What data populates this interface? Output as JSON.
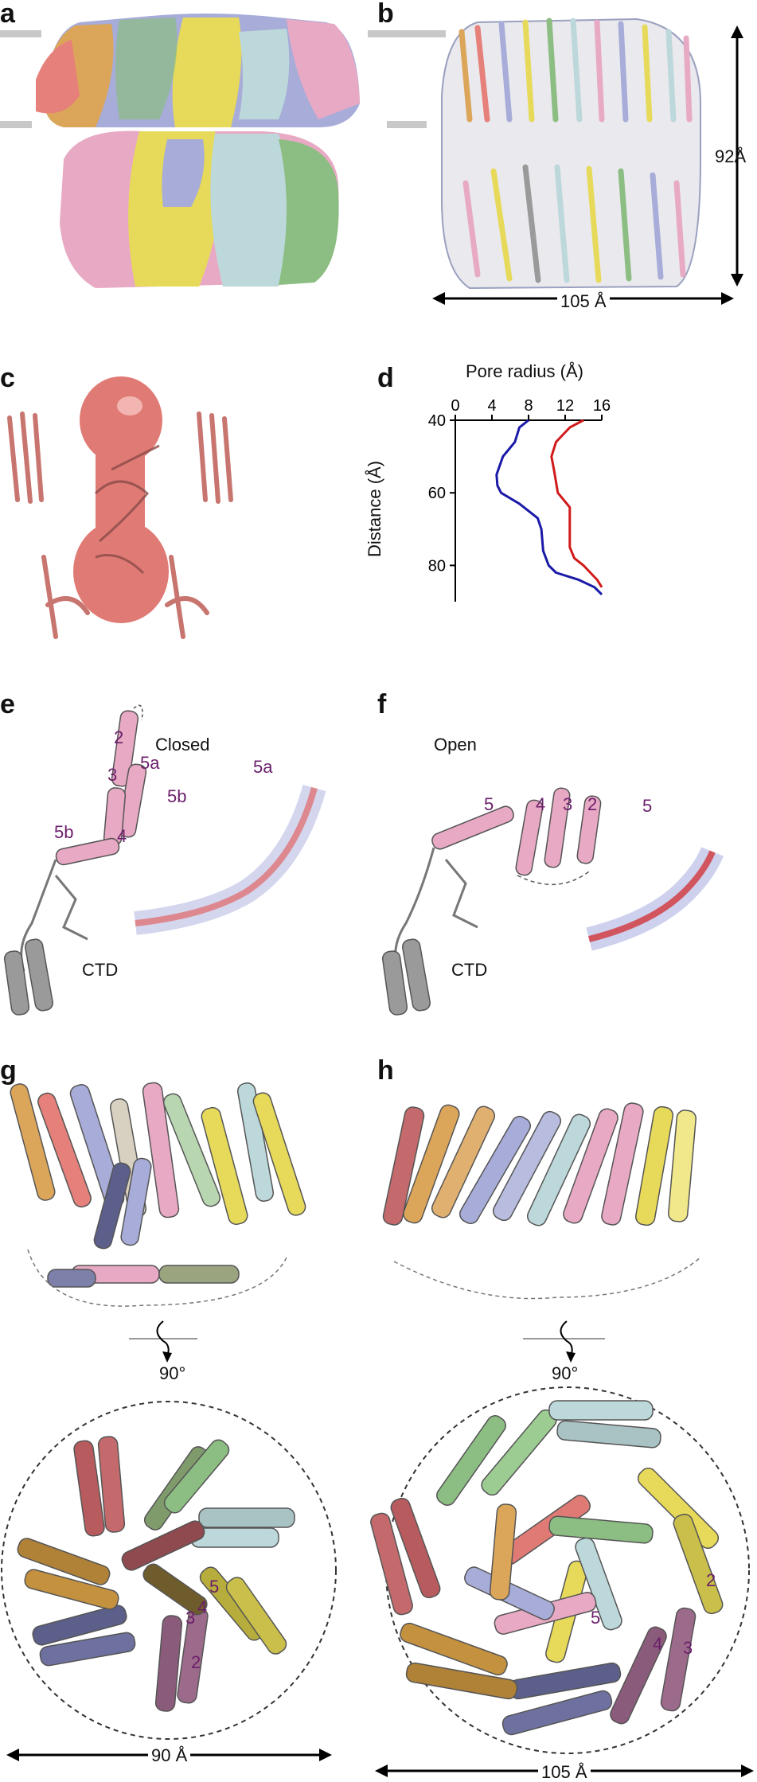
{
  "panels": {
    "a": {
      "letter": "a"
    },
    "b": {
      "letter": "b",
      "height_label": "92Å",
      "width_label": "105 Å"
    },
    "c": {
      "letter": "c"
    },
    "d": {
      "letter": "d",
      "chart_data": {
        "type": "line",
        "title": "",
        "xlabel": "Pore radius (Å)",
        "ylabel": "Distance (Å)",
        "xlim": [
          0,
          16
        ],
        "ylim": [
          40,
          90
        ],
        "y_inverted": true,
        "x_ticks": [
          0,
          4,
          8,
          12,
          16
        ],
        "y_ticks": [
          40,
          60,
          80
        ],
        "legend": "none",
        "series": [
          {
            "color": "#1a1aa8",
            "x": [
              8.0,
              7.0,
              6.5,
              5.2,
              4.5,
              4.6,
              5.0,
              7.0,
              9.0,
              9.4,
              9.6,
              10.2,
              11.0,
              13.5,
              15.2,
              16.0
            ],
            "y": [
              40,
              42,
              46,
              50,
              55,
              58,
              60,
              63,
              67,
              70,
              76,
              80,
              82,
              84,
              86,
              88
            ]
          },
          {
            "color": "#d11a1a",
            "x": [
              14.0,
              12.5,
              11.0,
              10.5,
              10.8,
              11.0,
              11.2,
              12.5,
              12.5,
              12.5,
              13.0,
              14.0,
              15.5,
              16.0
            ],
            "y": [
              40,
              42,
              46,
              50,
              54,
              57,
              60,
              64,
              70,
              75,
              78,
              80,
              84,
              86
            ]
          }
        ]
      }
    },
    "e": {
      "letter": "e",
      "state": "Closed",
      "helix_labels": [
        "2",
        "5a",
        "3",
        "4",
        "5b"
      ],
      "density_labels": [
        "5a",
        "5b"
      ],
      "domain_label": "CTD"
    },
    "f": {
      "letter": "f",
      "state": "Open",
      "helix_labels": [
        "5",
        "4",
        "3",
        "2"
      ],
      "density_labels": [
        "5"
      ],
      "domain_label": "CTD"
    },
    "g": {
      "letter": "g",
      "rotation": "90°",
      "helix_labels": [
        "5",
        "4",
        "3",
        "2"
      ],
      "diameter_label": "90 Å"
    },
    "h": {
      "letter": "h",
      "rotation": "90°",
      "helix_labels": [
        "5",
        "2",
        "4",
        "3"
      ],
      "diameter_label": "105 Å"
    }
  },
  "colors": {
    "pink": "#e8a9c4",
    "yellow": "#e7da5a",
    "lavender": "#a7acd8",
    "lightblue": "#bcd8da",
    "green": "#8cbd82",
    "orange": "#dca65a",
    "salmon": "#e6807a",
    "grey": "#9a9a9a"
  }
}
